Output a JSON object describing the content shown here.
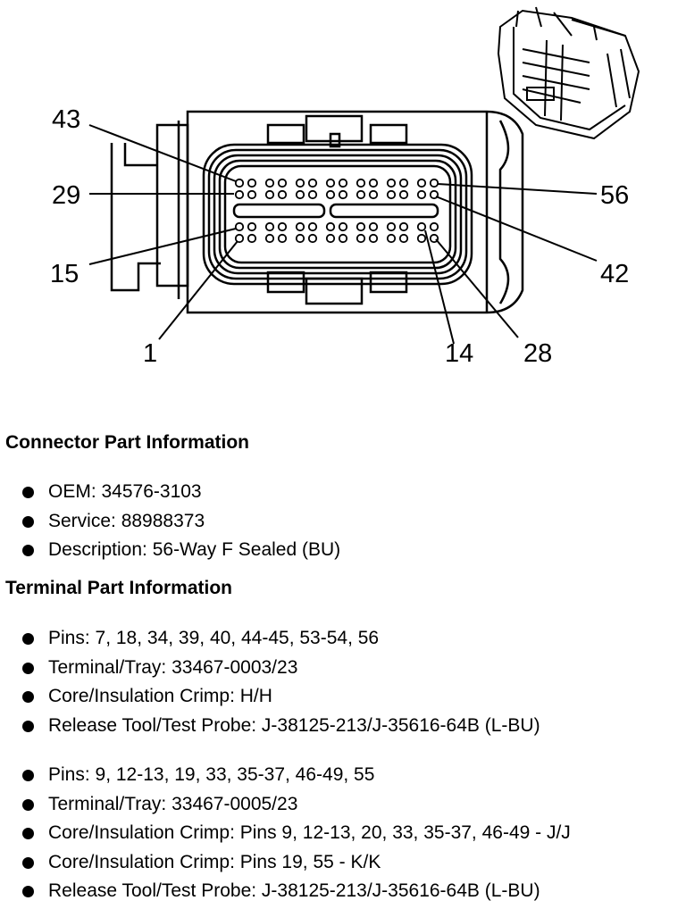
{
  "diagram": {
    "pin_labels": {
      "p43": "43",
      "p29": "29",
      "p15": "15",
      "p1": "1",
      "p14": "14",
      "p28": "28",
      "p42": "42",
      "p56": "56"
    }
  },
  "connector_section": {
    "heading": "Connector Part Information",
    "items": [
      "OEM: 34576-3103",
      "Service: 88988373",
      "Description: 56-Way F Sealed (BU)"
    ]
  },
  "terminal_section": {
    "heading": "Terminal Part Information",
    "group1": [
      "Pins: 7, 18, 34, 39, 40, 44-45, 53-54, 56",
      "Terminal/Tray: 33467-0003/23",
      "Core/Insulation Crimp: H/H",
      "Release Tool/Test Probe: J-38125-213/J-35616-64B (L-BU)"
    ],
    "group2": [
      "Pins: 9, 12-13, 19, 33, 35-37, 46-49, 55",
      "Terminal/Tray: 33467-0005/23",
      "Core/Insulation Crimp: Pins 9, 12-13, 20, 33, 35-37, 46-49 - J/J",
      "Core/Insulation Crimp: Pins 19, 55 - K/K",
      "Release Tool/Test Probe: J-38125-213/J-35616-64B (L-BU)"
    ]
  }
}
